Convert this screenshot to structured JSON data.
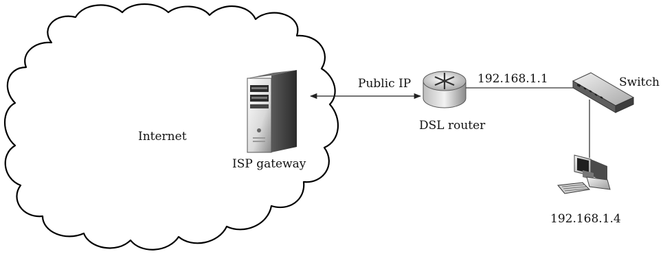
{
  "labels": {
    "internet": "Internet",
    "isp_gateway": "ISP gateway",
    "public_ip": "Public IP",
    "dsl_router": "DSL router",
    "router_ip": "192.168.1.1",
    "switch": "Switch",
    "pc_ip": "192.168.1.4"
  },
  "icons": {
    "cloud": "internet-cloud-icon",
    "server": "server-tower-icon",
    "router": "router-icon",
    "switch": "network-switch-icon",
    "computer": "desktop-computer-icon"
  }
}
